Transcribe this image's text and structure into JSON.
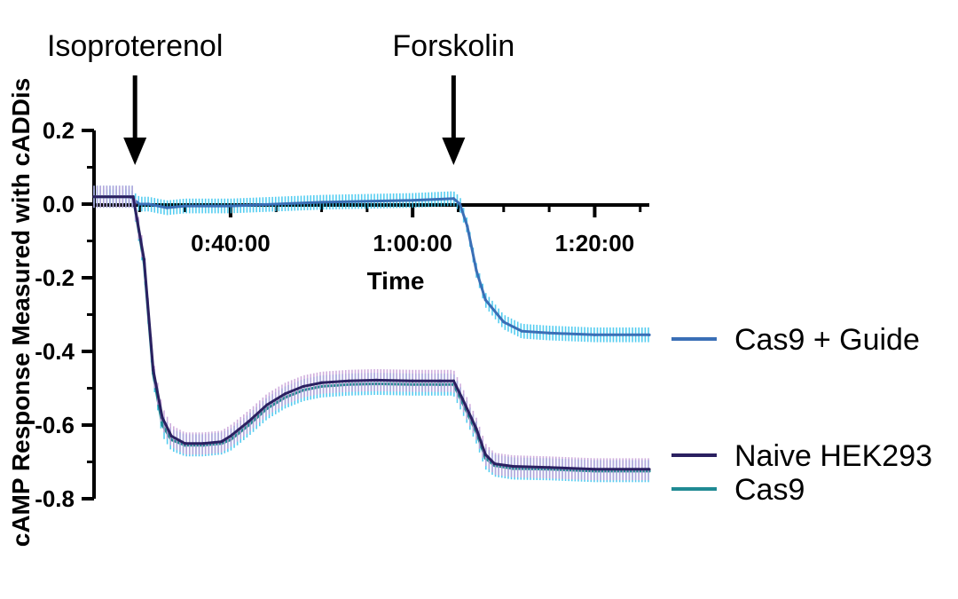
{
  "chart_data": {
    "type": "line",
    "xlabel": "Time",
    "ylabel": "cAMP Response Measured with cADDis",
    "x_unit": "minutes",
    "xlim": [
      25,
      86
    ],
    "ylim": [
      -0.8,
      0.2
    ],
    "x_ticks": [
      {
        "value": 40,
        "label": "0:40:00"
      },
      {
        "value": 60,
        "label": "1:00:00"
      },
      {
        "value": 80,
        "label": "1:20:00"
      }
    ],
    "y_ticks": [
      {
        "value": 0.2,
        "label": "0.2"
      },
      {
        "value": 0.0,
        "label": "0.0"
      },
      {
        "value": -0.2,
        "label": "-0.2"
      },
      {
        "value": -0.4,
        "label": "-0.4"
      },
      {
        "value": -0.6,
        "label": "-0.6"
      },
      {
        "value": -0.8,
        "label": "-0.8"
      }
    ],
    "annotations": [
      {
        "label": "Isoproterenol",
        "x": 29.5
      },
      {
        "label": "Forskolin",
        "x": 64.5
      }
    ],
    "series": [
      {
        "name": "Cas9 + Guide",
        "color": "#3a6fb6",
        "error_color": "#38c5ee",
        "x": [
          25,
          29,
          30,
          31,
          33,
          35,
          40,
          50,
          60,
          64.5,
          65.2,
          66,
          67,
          68,
          70,
          72,
          75,
          80,
          86
        ],
        "y": [
          0.02,
          0.02,
          0.0,
          0.0,
          -0.01,
          -0.005,
          -0.005,
          0.005,
          0.01,
          0.015,
          0.0,
          -0.06,
          -0.18,
          -0.26,
          -0.32,
          -0.345,
          -0.35,
          -0.355,
          -0.355
        ],
        "error": 0.02
      },
      {
        "name": "Naive HEK293",
        "color": "#2a2060",
        "error_color": "#c8a0d8",
        "x": [
          25,
          29.3,
          30.5,
          31.5,
          32.5,
          33.5,
          35,
          37,
          39,
          40,
          42,
          44,
          46,
          48,
          50,
          53,
          56,
          60,
          63,
          64.5,
          65.5,
          67,
          68,
          69,
          71,
          75,
          80,
          86
        ],
        "y": [
          0.02,
          0.02,
          -0.15,
          -0.45,
          -0.58,
          -0.63,
          -0.65,
          -0.65,
          -0.645,
          -0.63,
          -0.59,
          -0.545,
          -0.515,
          -0.495,
          -0.485,
          -0.48,
          -0.478,
          -0.48,
          -0.48,
          -0.48,
          -0.53,
          -0.61,
          -0.68,
          -0.705,
          -0.712,
          -0.715,
          -0.72,
          -0.72
        ],
        "error": 0.03
      },
      {
        "name": "Cas9",
        "color": "#1f8a93",
        "error_color": "#38c5ee",
        "x": [
          25,
          29.3,
          30.5,
          31.5,
          32.5,
          33.5,
          35,
          37,
          39,
          40,
          42,
          44,
          46,
          48,
          50,
          53,
          56,
          60,
          63,
          64.5,
          65.5,
          67,
          68,
          69,
          71,
          75,
          80,
          86
        ],
        "y": [
          0.02,
          0.02,
          -0.16,
          -0.46,
          -0.6,
          -0.64,
          -0.655,
          -0.655,
          -0.65,
          -0.64,
          -0.6,
          -0.555,
          -0.525,
          -0.505,
          -0.495,
          -0.49,
          -0.488,
          -0.49,
          -0.49,
          -0.49,
          -0.54,
          -0.62,
          -0.69,
          -0.71,
          -0.718,
          -0.72,
          -0.725,
          -0.725
        ],
        "error": 0.03
      }
    ],
    "legend_position": "right"
  }
}
